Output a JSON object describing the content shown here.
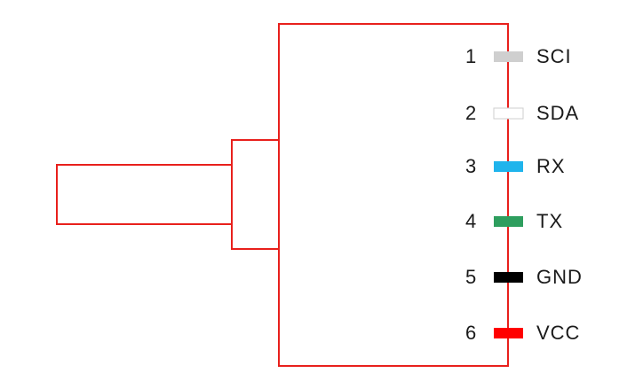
{
  "colors": {
    "outline": "#e8201c",
    "text": "#1a1a1a"
  },
  "pins": [
    {
      "number": "1",
      "label": "SCI",
      "color": "#cfcfcf"
    },
    {
      "number": "2",
      "label": "SDA",
      "color": "#ffffff"
    },
    {
      "number": "3",
      "label": "RX",
      "color": "#1fb4ec"
    },
    {
      "number": "4",
      "label": "TX",
      "color": "#2e9e5e"
    },
    {
      "number": "5",
      "label": "GND",
      "color": "#000000"
    },
    {
      "number": "6",
      "label": "VCC",
      "color": "#ff0000"
    }
  ]
}
